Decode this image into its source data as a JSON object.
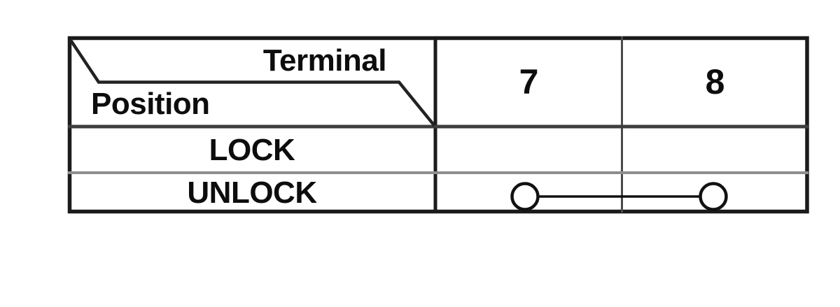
{
  "table": {
    "header": {
      "terminal_label": "Terminal",
      "position_label": "Position",
      "columns": [
        "7",
        "8"
      ]
    },
    "rows": [
      {
        "position": "LOCK",
        "continuity_between": []
      },
      {
        "position": "UNLOCK",
        "continuity_between": [
          "7",
          "8"
        ]
      }
    ]
  },
  "colors": {
    "background": "#ffffff",
    "grid_black": "#1b1b1b",
    "grid_dark_gray": "#3d3d3d",
    "grid_gray": "#8e8e8e",
    "text": "#0d0d0d"
  }
}
